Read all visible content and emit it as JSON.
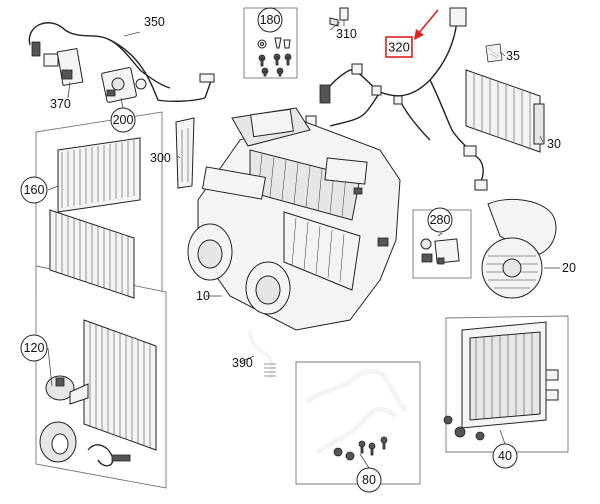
{
  "labels": {
    "p350": "350",
    "p370": "370",
    "p200": "200",
    "p180": "180",
    "p310": "310",
    "p320": "320",
    "p35": "35",
    "p30": "30",
    "p300": "300",
    "p160": "160",
    "p280": "280",
    "p20": "20",
    "p10": "10",
    "p120": "120",
    "p390": "390",
    "p40": "40",
    "p80": "80"
  },
  "colors": {
    "highlight": "#e0201b",
    "line": "#222222",
    "panel_border": "#777777"
  }
}
